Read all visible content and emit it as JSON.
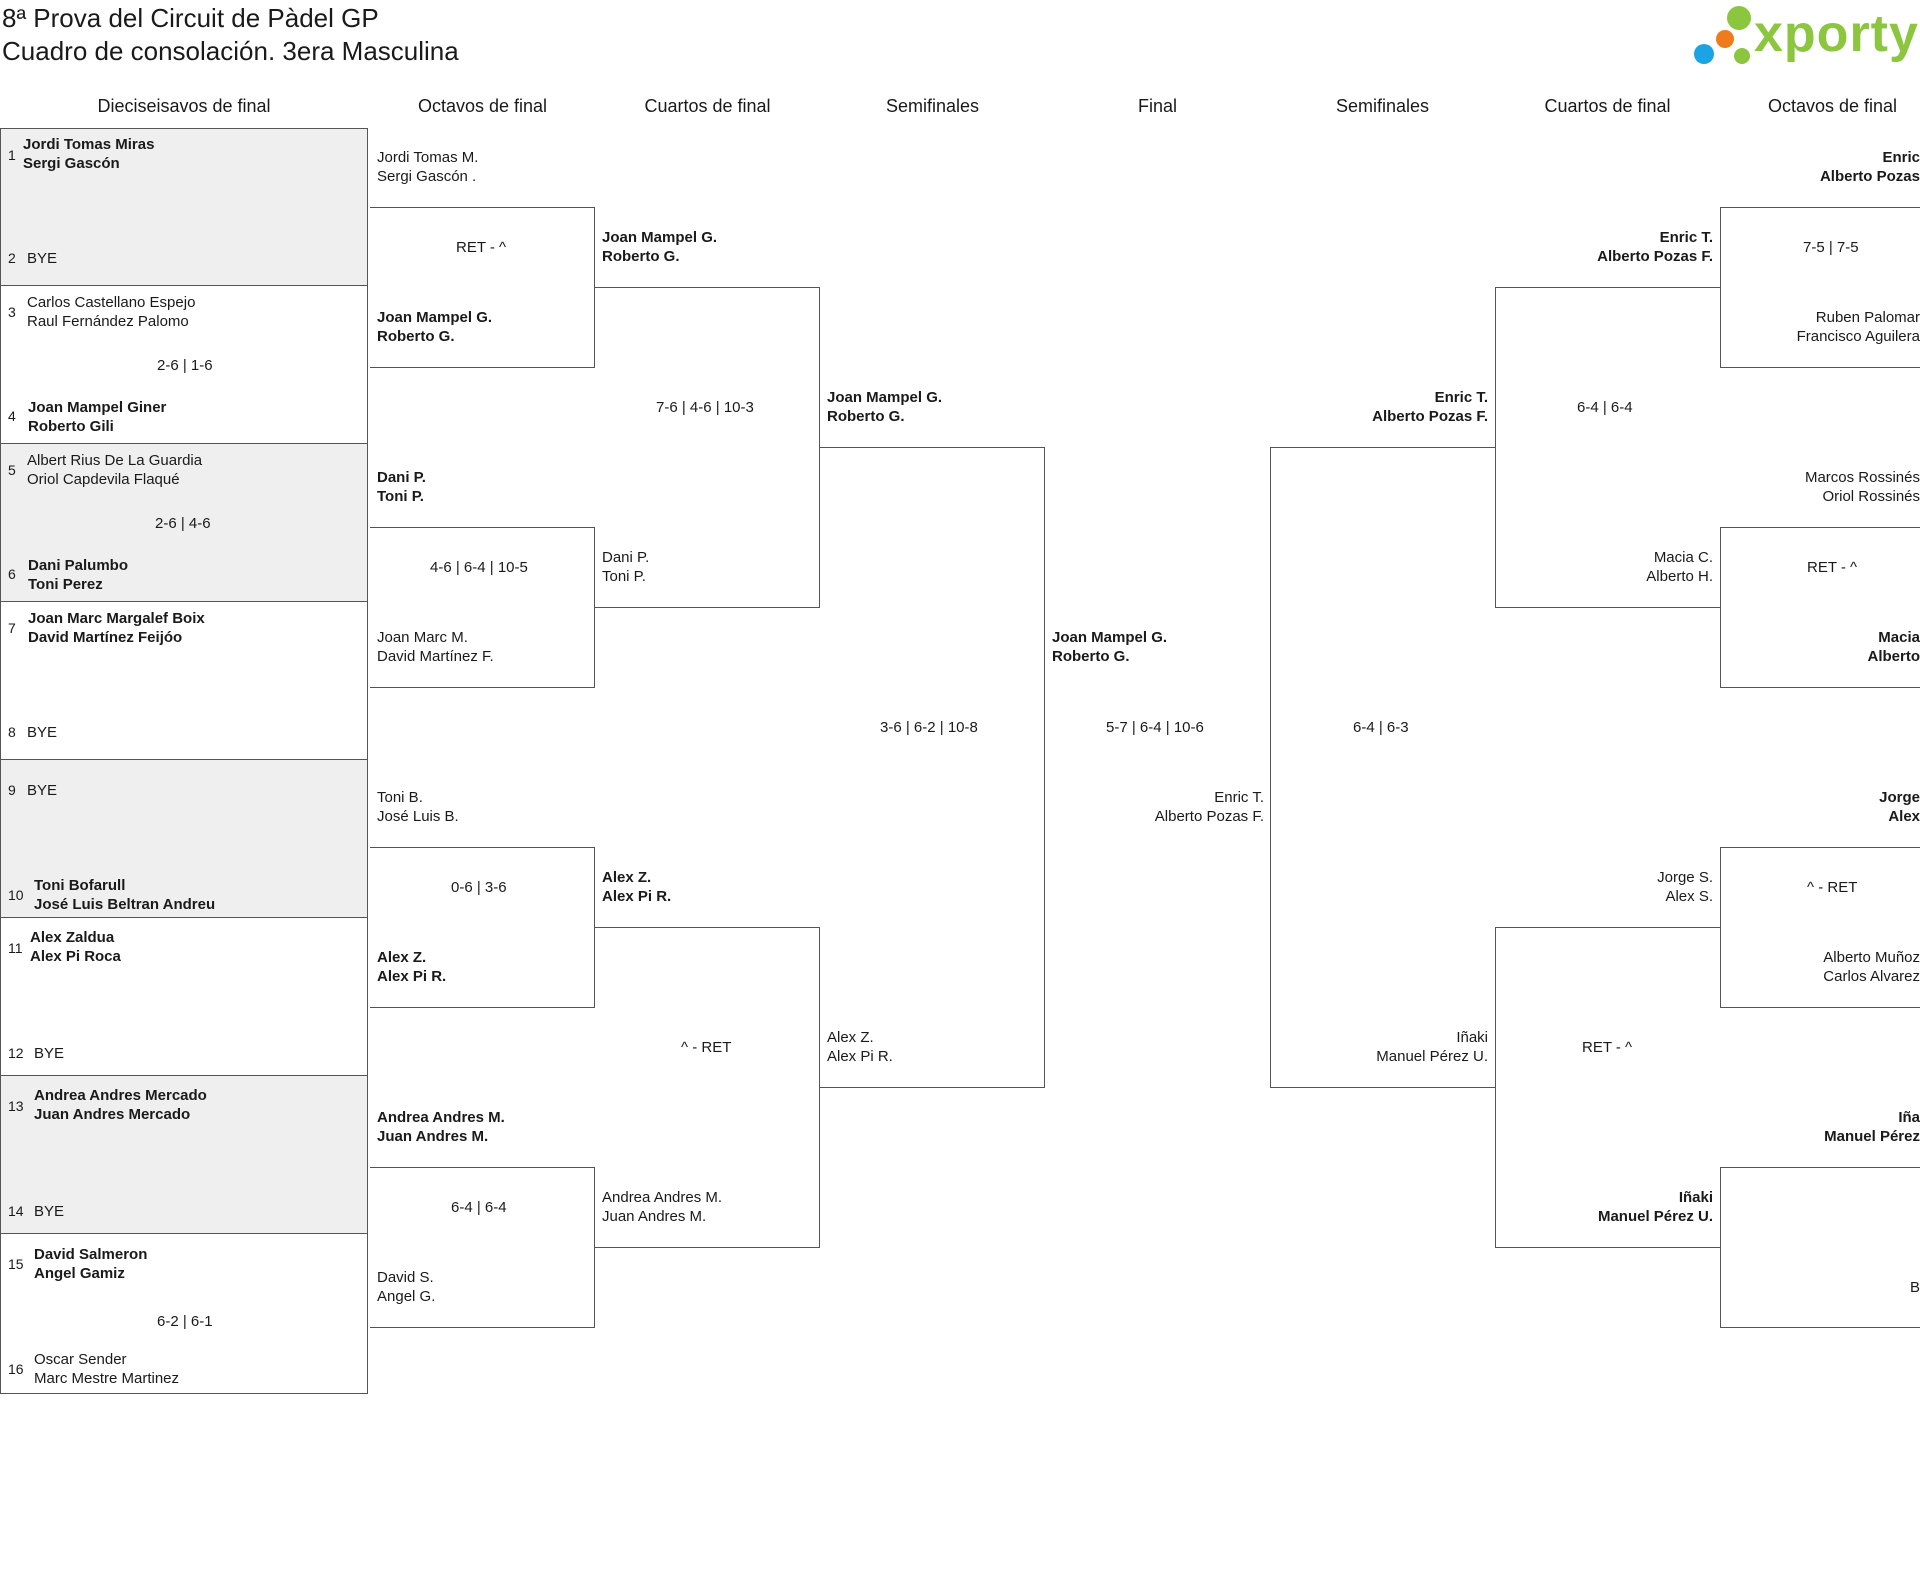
{
  "header": {
    "line1": "8ª Prova del Circuit de Pàdel GP",
    "line2": "Cuadro de consolación. 3era Masculina"
  },
  "logo": {
    "text": "xporty",
    "colors": {
      "green": "#8cc63f",
      "orange": "#f07b1d",
      "blue": "#1ca3e3"
    }
  },
  "columns": {
    "r32": "Dieciseisavos de final",
    "r16_left": "Octavos de final",
    "qf_left": "Cuartos de final",
    "sf_left": "Semifinales",
    "final": "Final",
    "sf_right": "Semifinales",
    "qf_right": "Cuartos de final",
    "r16_right": "Octavos de final"
  },
  "r32": [
    {
      "seed": "1",
      "names": [
        "Jordi Tomas Miras",
        "Sergi Gascón"
      ]
    },
    {
      "seed": "2",
      "bye": "BYE"
    },
    {
      "seed": "3",
      "names": [
        "Carlos Castellano Espejo",
        "Raul Fernández Palomo"
      ]
    },
    {
      "seed": "4",
      "names": [
        "Joan Mampel Giner",
        "Roberto Gili"
      ]
    },
    {
      "seed": "5",
      "names": [
        "Albert Rius De La Guardia",
        "Oriol Capdevila Flaqué"
      ]
    },
    {
      "seed": "6",
      "names": [
        "Dani Palumbo",
        "Toni Perez"
      ]
    },
    {
      "seed": "7",
      "names": [
        "Joan Marc Margalef Boix",
        "David Martínez Feijóo"
      ]
    },
    {
      "seed": "8",
      "bye": "BYE"
    },
    {
      "seed": "9",
      "bye": "BYE"
    },
    {
      "seed": "10",
      "names": [
        "Toni Bofarull",
        "José Luis Beltran Andreu"
      ]
    },
    {
      "seed": "11",
      "names": [
        "Alex Zaldua",
        "Alex Pi Roca"
      ]
    },
    {
      "seed": "12",
      "bye": "BYE"
    },
    {
      "seed": "13",
      "names": [
        "Andrea Andres Mercado",
        "Juan Andres Mercado"
      ]
    },
    {
      "seed": "14",
      "bye": "BYE"
    },
    {
      "seed": "15",
      "names": [
        "David Salmeron",
        "Angel Gamiz"
      ]
    },
    {
      "seed": "16",
      "names": [
        "Oscar Sender",
        "Marc Mestre Martinez"
      ]
    }
  ],
  "r32_scores": [
    "2-6 | 1-6",
    "2-6 | 4-6",
    "6-2 | 6-1"
  ],
  "r16_left": {
    "teams": [
      [
        "Jordi Tomas M.",
        "Sergi Gascón ."
      ],
      [
        "Joan Mampel G.",
        "Roberto G."
      ],
      [
        "Dani P.",
        "Toni P."
      ],
      [
        "Joan Marc M.",
        "David Martínez F."
      ],
      [
        "Toni B.",
        "José Luis B."
      ],
      [
        "Alex Z.",
        "Alex Pi R."
      ],
      [
        "Andrea Andres M.",
        "Juan Andres M."
      ],
      [
        "David S.",
        "Angel G."
      ]
    ],
    "scores": [
      "RET - ^",
      "4-6 | 6-4 | 10-5",
      "0-6 | 3-6",
      "6-4 | 6-4"
    ]
  },
  "qf_left": {
    "teams": [
      [
        "Joan Mampel G.",
        "Roberto G."
      ],
      [
        "Dani P.",
        "Toni P."
      ],
      [
        "Alex Z.",
        "Alex Pi R."
      ],
      [
        "Andrea Andres M.",
        "Juan Andres M."
      ]
    ],
    "scores": [
      "7-6 | 4-6 | 10-3",
      "^ - RET"
    ]
  },
  "sf_left": {
    "teams": [
      [
        "Joan Mampel G.",
        "Roberto G."
      ],
      [
        "Alex Z.",
        "Alex Pi R."
      ]
    ],
    "score": "3-6 | 6-2 | 10-8"
  },
  "final": {
    "teams": [
      [
        "Joan Mampel G.",
        "Roberto G."
      ],
      [
        "Enric T.",
        "Alberto Pozas F."
      ]
    ],
    "score": "5-7 | 6-4 | 10-6"
  },
  "sf_right": {
    "teams": [
      [
        "Enric T.",
        "Alberto Pozas F."
      ],
      [
        "Iñaki",
        "Manuel Pérez U."
      ]
    ],
    "score": "6-4 | 6-3"
  },
  "qf_right": {
    "teams": [
      [
        "Enric T.",
        "Alberto Pozas F."
      ],
      [
        "Macia C.",
        "Alberto H."
      ],
      [
        "Jorge S.",
        "Alex S."
      ],
      [
        "Iñaki",
        "Manuel Pérez U."
      ]
    ],
    "scores": [
      "6-4 | 6-4",
      "RET - ^"
    ]
  },
  "r16_right": {
    "teams": [
      [
        "Enric",
        "Alberto Pozas"
      ],
      [
        "Ruben Palomar",
        "Francisco Aguilera"
      ],
      [
        "Marcos Rossinés",
        "Oriol Rossinés"
      ],
      [
        "Macia",
        "Alberto"
      ],
      [
        "Jorge",
        "Alex"
      ],
      [
        "Alberto Muñoz",
        "Carlos Alvarez"
      ],
      [
        "Iña",
        "Manuel Pérez"
      ],
      [
        "B"
      ]
    ],
    "scores": [
      "7-5 | 7-5",
      "RET - ^",
      "^ - RET"
    ]
  }
}
